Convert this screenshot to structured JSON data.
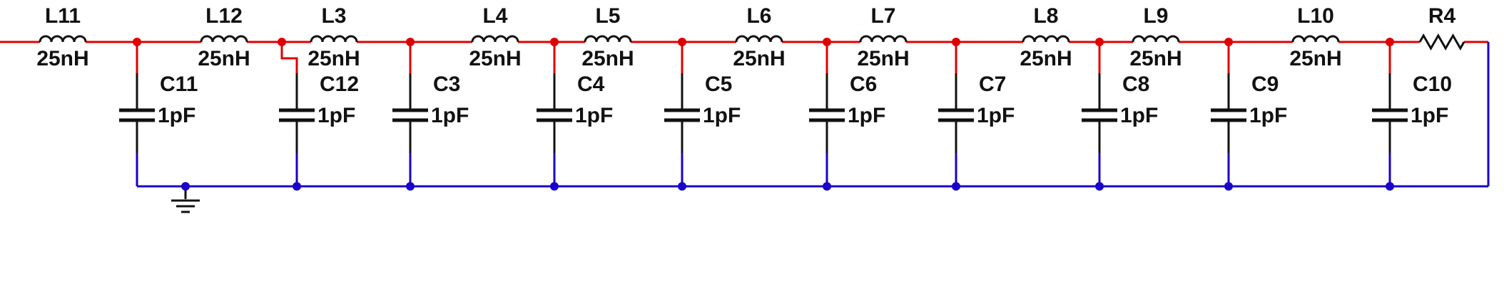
{
  "inductors": [
    {
      "ref": "L11",
      "value": "25nH"
    },
    {
      "ref": "L12",
      "value": "25nH"
    },
    {
      "ref": "L3",
      "value": "25nH"
    },
    {
      "ref": "L4",
      "value": "25nH"
    },
    {
      "ref": "L5",
      "value": "25nH"
    },
    {
      "ref": "L6",
      "value": "25nH"
    },
    {
      "ref": "L7",
      "value": "25nH"
    },
    {
      "ref": "L8",
      "value": "25nH"
    },
    {
      "ref": "L9",
      "value": "25nH"
    },
    {
      "ref": "L10",
      "value": "25nH"
    }
  ],
  "capacitors": [
    {
      "ref": "C11",
      "value": "1pF"
    },
    {
      "ref": "C12",
      "value": "1pF"
    },
    {
      "ref": "C3",
      "value": "1pF"
    },
    {
      "ref": "C4",
      "value": "1pF"
    },
    {
      "ref": "C5",
      "value": "1pF"
    },
    {
      "ref": "C6",
      "value": "1pF"
    },
    {
      "ref": "C7",
      "value": "1pF"
    },
    {
      "ref": "C8",
      "value": "1pF"
    },
    {
      "ref": "C9",
      "value": "1pF"
    },
    {
      "ref": "C10",
      "value": "1pF"
    }
  ],
  "resistor": {
    "ref": "R4"
  },
  "colors": {
    "signal_wire": "#e00000",
    "ground_wire": "#1a00c8",
    "component": "#111111",
    "background": "#ffffff"
  }
}
